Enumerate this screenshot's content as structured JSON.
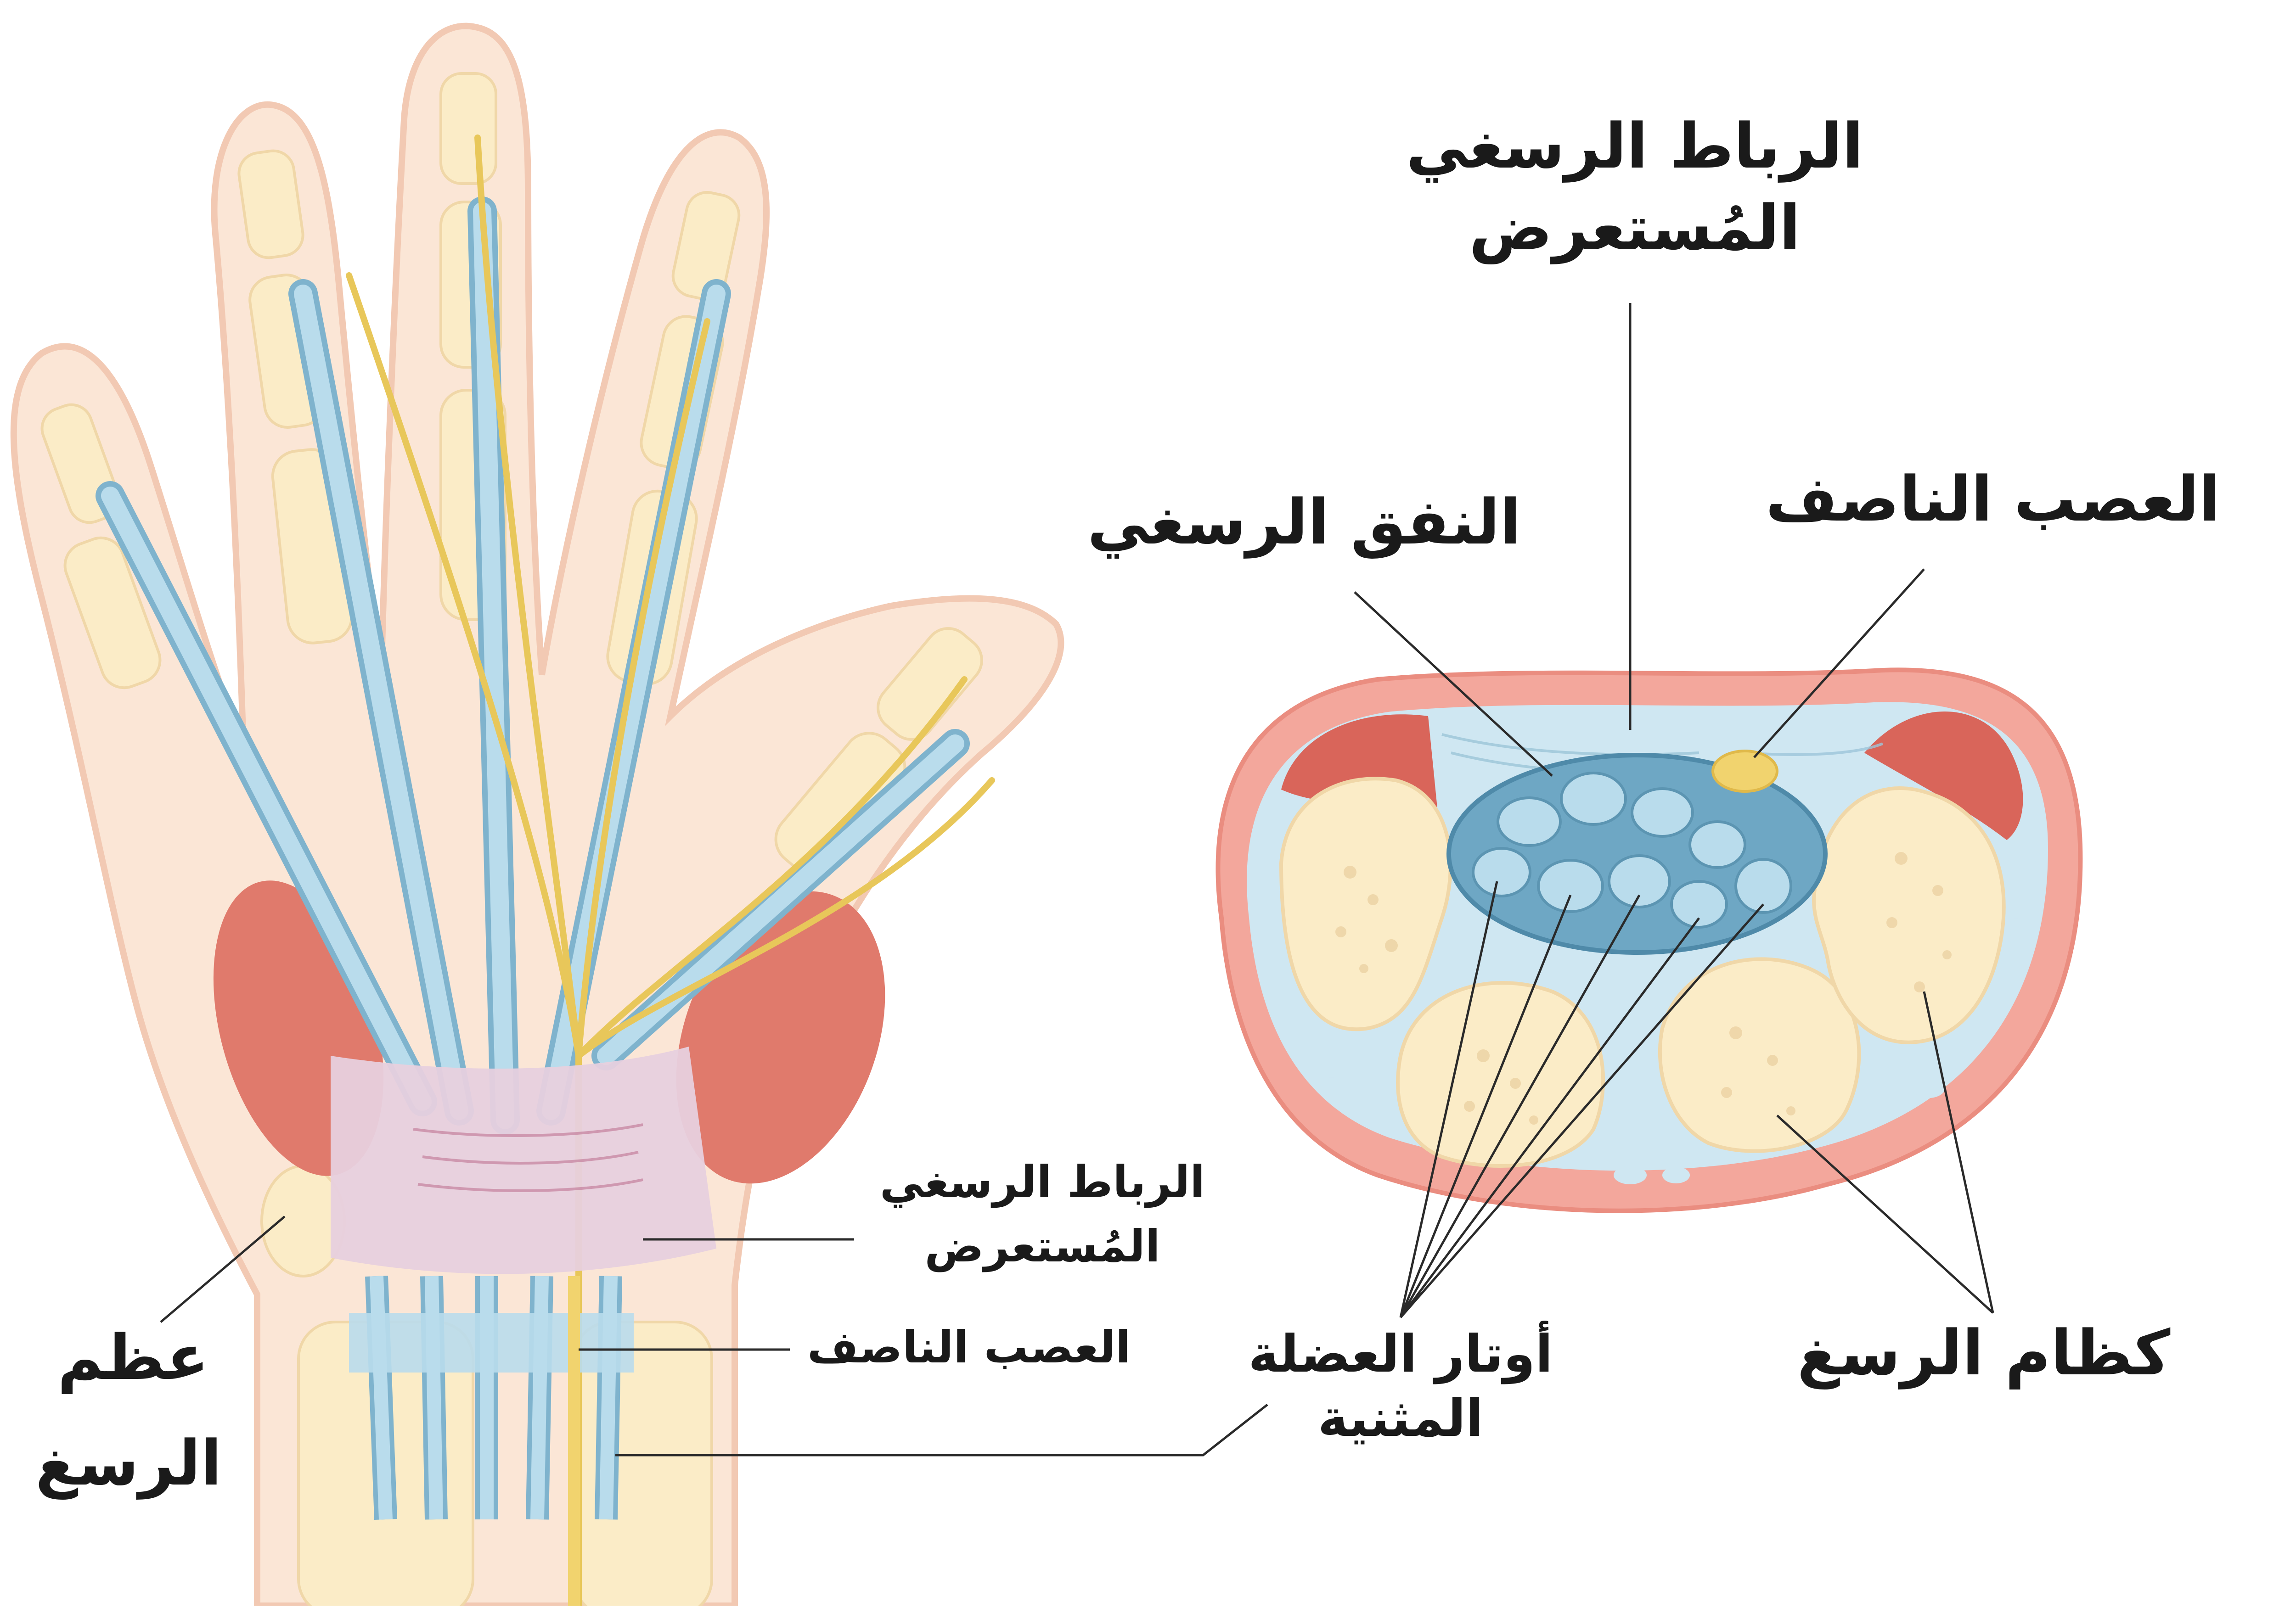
{
  "labels": {
    "top_ligament": "الرباط الرسغي المُستعرض",
    "carpal_tunnel": "النفق الرسغي",
    "median_nerve_right": "العصب الناصف",
    "flexor_tendons": "أوتار العضلة المثنية",
    "carpal_bones_right": "كظام الرسغ",
    "ligament_small_line1": "الرباط الرسغي",
    "ligament_small_line2": "المُستعرض",
    "median_nerve_small": "العصب الناصف",
    "carpal_bone_left_line1": "عظم",
    "carpal_bone_left_line2": "الرسغ"
  },
  "colors": {
    "skin": "#fbe6d6",
    "skin_outline": "#f2c9b3",
    "bone": "#fbecc7",
    "tendon": "#b9dcec",
    "tendon_dark": "#7fb3cd",
    "nerve": "#f1d36e",
    "muscle": "#e07a6c",
    "ligament": "#e7d0de",
    "tunnel": "#6ea7c4",
    "ring": "#f3a79c",
    "line": "#2a2a2a"
  }
}
